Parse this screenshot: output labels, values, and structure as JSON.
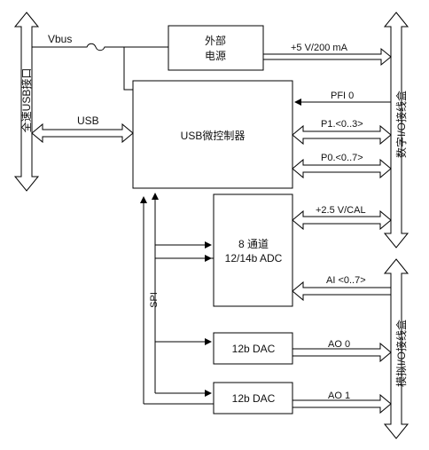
{
  "left_bus": {
    "label": "全速USB接口"
  },
  "vbus_label": "Vbus",
  "usb_label": "USB",
  "power_block": {
    "line1": "外部",
    "line2": "电源"
  },
  "power_output": "+5 V/200 mA",
  "mcu": {
    "label": "USB微控制器"
  },
  "pfi": "PFI 0",
  "p1": "P1.<0..3>",
  "p0": "P0.<0..7>",
  "cal": "+2.5 V/CAL",
  "adc": {
    "line1": "8 通道",
    "line2": "12/14b ADC"
  },
  "ai": "AI <0..7>",
  "spi": "SPI",
  "dac0": {
    "label": "12b DAC",
    "out": "AO  0"
  },
  "dac1": {
    "label": "12b DAC",
    "out": "AO  1"
  },
  "digital_connector": {
    "label": "数字I/O接线盒"
  },
  "analog_connector": {
    "label": "模拟I/O接线盒"
  }
}
